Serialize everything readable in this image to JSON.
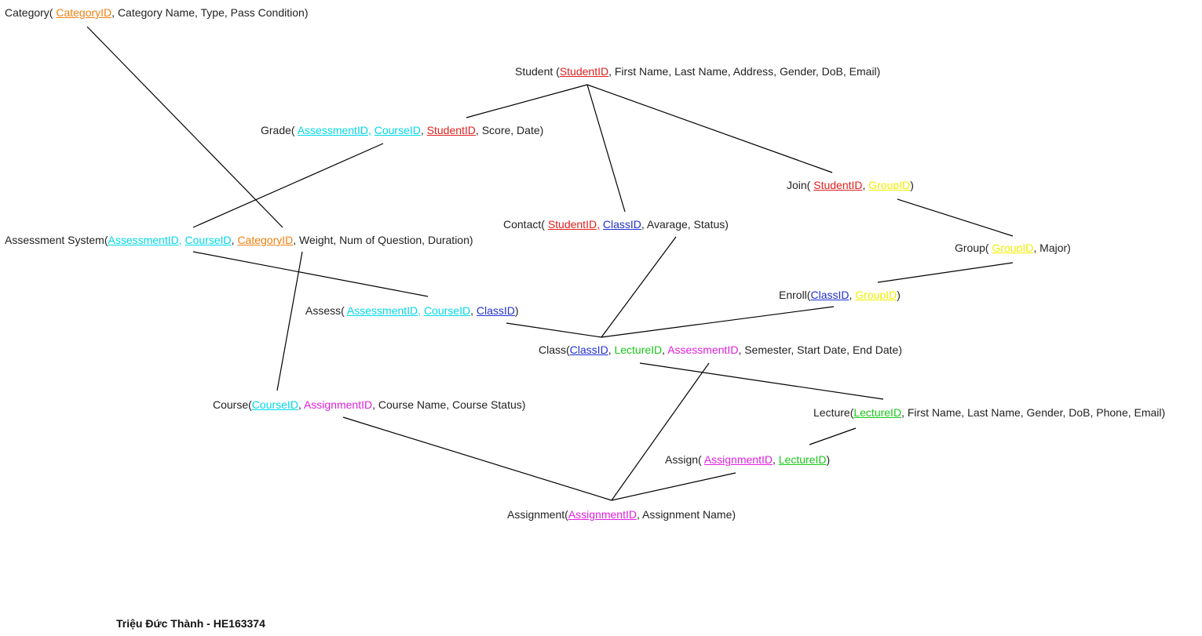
{
  "colors": {
    "StudentID": "#e02020",
    "AssessmentID": "#00d8e8",
    "CourseID": "#00d8e8",
    "CategoryID": "#f08010",
    "ClassID": "#2030d0",
    "GroupID": "#f0f000",
    "LectureID": "#18c818",
    "AssignmentID": "#e020e0",
    "text": "#222222"
  },
  "entities": [
    {
      "id": "category",
      "name": "Category( ",
      "parts": [
        {
          "k": "key",
          "t": "CategoryID",
          "c": "CategoryID"
        },
        {
          "k": "txt",
          "t": ", Category Name, Type, Pass Condition)"
        }
      ]
    },
    {
      "id": "student",
      "name": "Student (",
      "parts": [
        {
          "k": "key",
          "t": "StudentID",
          "c": "StudentID"
        },
        {
          "k": "txt",
          "t": ", First Name, Last Name, Address, Gender, DoB, Email)"
        }
      ]
    },
    {
      "id": "grade",
      "name": "Grade(  ",
      "parts": [
        {
          "k": "key",
          "t": "AssessmentID,",
          "c": "AssessmentID"
        },
        {
          "k": "txt",
          "t": " "
        },
        {
          "k": "key",
          "t": "CourseID",
          "c": "CourseID"
        },
        {
          "k": "txt",
          "t": ", "
        },
        {
          "k": "key",
          "t": "StudentID",
          "c": "StudentID"
        },
        {
          "k": "txt",
          "t": ", Score, Date)"
        }
      ]
    },
    {
      "id": "join",
      "name": "Join( ",
      "parts": [
        {
          "k": "key",
          "t": "StudentID",
          "c": "StudentID"
        },
        {
          "k": "txt",
          "t": ", "
        },
        {
          "k": "key",
          "t": "GroupID",
          "c": "GroupID"
        },
        {
          "k": "txt",
          "t": ")"
        }
      ]
    },
    {
      "id": "contact",
      "name": "Contact( ",
      "parts": [
        {
          "k": "key",
          "t": "StudentID,",
          "c": "StudentID"
        },
        {
          "k": "txt",
          "t": " "
        },
        {
          "k": "key",
          "t": "ClassID",
          "c": "ClassID"
        },
        {
          "k": "txt",
          "t": ", Avarage, Status)"
        }
      ]
    },
    {
      "id": "assessment-system",
      "name": "Assessment System(",
      "parts": [
        {
          "k": "key",
          "t": "AssessmentID,",
          "c": "AssessmentID"
        },
        {
          "k": "txt",
          "t": " "
        },
        {
          "k": "key",
          "t": "CourseID",
          "c": "CourseID"
        },
        {
          "k": "txt",
          "t": ", "
        },
        {
          "k": "key",
          "t": "CategoryID",
          "c": "CategoryID"
        },
        {
          "k": "txt",
          "t": ", Weight, Num of Question, Duration)"
        }
      ]
    },
    {
      "id": "group",
      "name": "Group( ",
      "parts": [
        {
          "k": "key",
          "t": "GroupID",
          "c": "GroupID"
        },
        {
          "k": "txt",
          "t": ", Major)"
        }
      ]
    },
    {
      "id": "enroll",
      "name": "Enroll(",
      "parts": [
        {
          "k": "key",
          "t": "ClassID",
          "c": "ClassID"
        },
        {
          "k": "txt",
          "t": ", "
        },
        {
          "k": "key",
          "t": "GroupID",
          "c": "GroupID"
        },
        {
          "k": "txt",
          "t": ")"
        }
      ]
    },
    {
      "id": "assess",
      "name": "Assess( ",
      "parts": [
        {
          "k": "key",
          "t": "AssessmentID,",
          "c": "AssessmentID"
        },
        {
          "k": "txt",
          "t": " "
        },
        {
          "k": "key",
          "t": "CourseID",
          "c": "CourseID"
        },
        {
          "k": "txt",
          "t": ", "
        },
        {
          "k": "key",
          "t": "ClassID",
          "c": "ClassID"
        },
        {
          "k": "txt",
          "t": ")"
        }
      ]
    },
    {
      "id": "class",
      "name": "Class(",
      "parts": [
        {
          "k": "key",
          "t": "ClassID",
          "c": "ClassID"
        },
        {
          "k": "txt",
          "t": ", "
        },
        {
          "k": "plain",
          "t": "LectureID",
          "c": "LectureID"
        },
        {
          "k": "txt",
          "t": ", "
        },
        {
          "k": "plain",
          "t": "AssessmentID",
          "c": "AssessmentID2"
        },
        {
          "k": "txt",
          "t": ", Semester, Start Date, End Date)"
        }
      ]
    },
    {
      "id": "course",
      "name": "Course(",
      "parts": [
        {
          "k": "key",
          "t": "CourseID",
          "c": "CourseID"
        },
        {
          "k": "txt",
          "t": ", "
        },
        {
          "k": "plain",
          "t": "AssignmentID",
          "c": "AssignmentID"
        },
        {
          "k": "txt",
          "t": ", Course Name, Course Status)"
        }
      ]
    },
    {
      "id": "lecture",
      "name": "Lecture(",
      "parts": [
        {
          "k": "key",
          "t": "LectureID",
          "c": "LectureID"
        },
        {
          "k": "txt",
          "t": ", First Name, Last Name, Gender, DoB, Phone, Email)"
        }
      ]
    },
    {
      "id": "assign",
      "name": "Assign( ",
      "parts": [
        {
          "k": "key",
          "t": "AssignmentID",
          "c": "AssignmentID"
        },
        {
          "k": "txt",
          "t": ", "
        },
        {
          "k": "key",
          "t": "LectureID",
          "c": "LectureID"
        },
        {
          "k": "txt",
          "t": ")"
        }
      ]
    },
    {
      "id": "assignment",
      "name": "Assignment(",
      "parts": [
        {
          "k": "key",
          "t": "AssignmentID",
          "c": "AssignmentID"
        },
        {
          "k": "txt",
          "t": ", Assignment Name)"
        }
      ]
    }
  ],
  "author": "Triệu Đức Thành - HE163374"
}
